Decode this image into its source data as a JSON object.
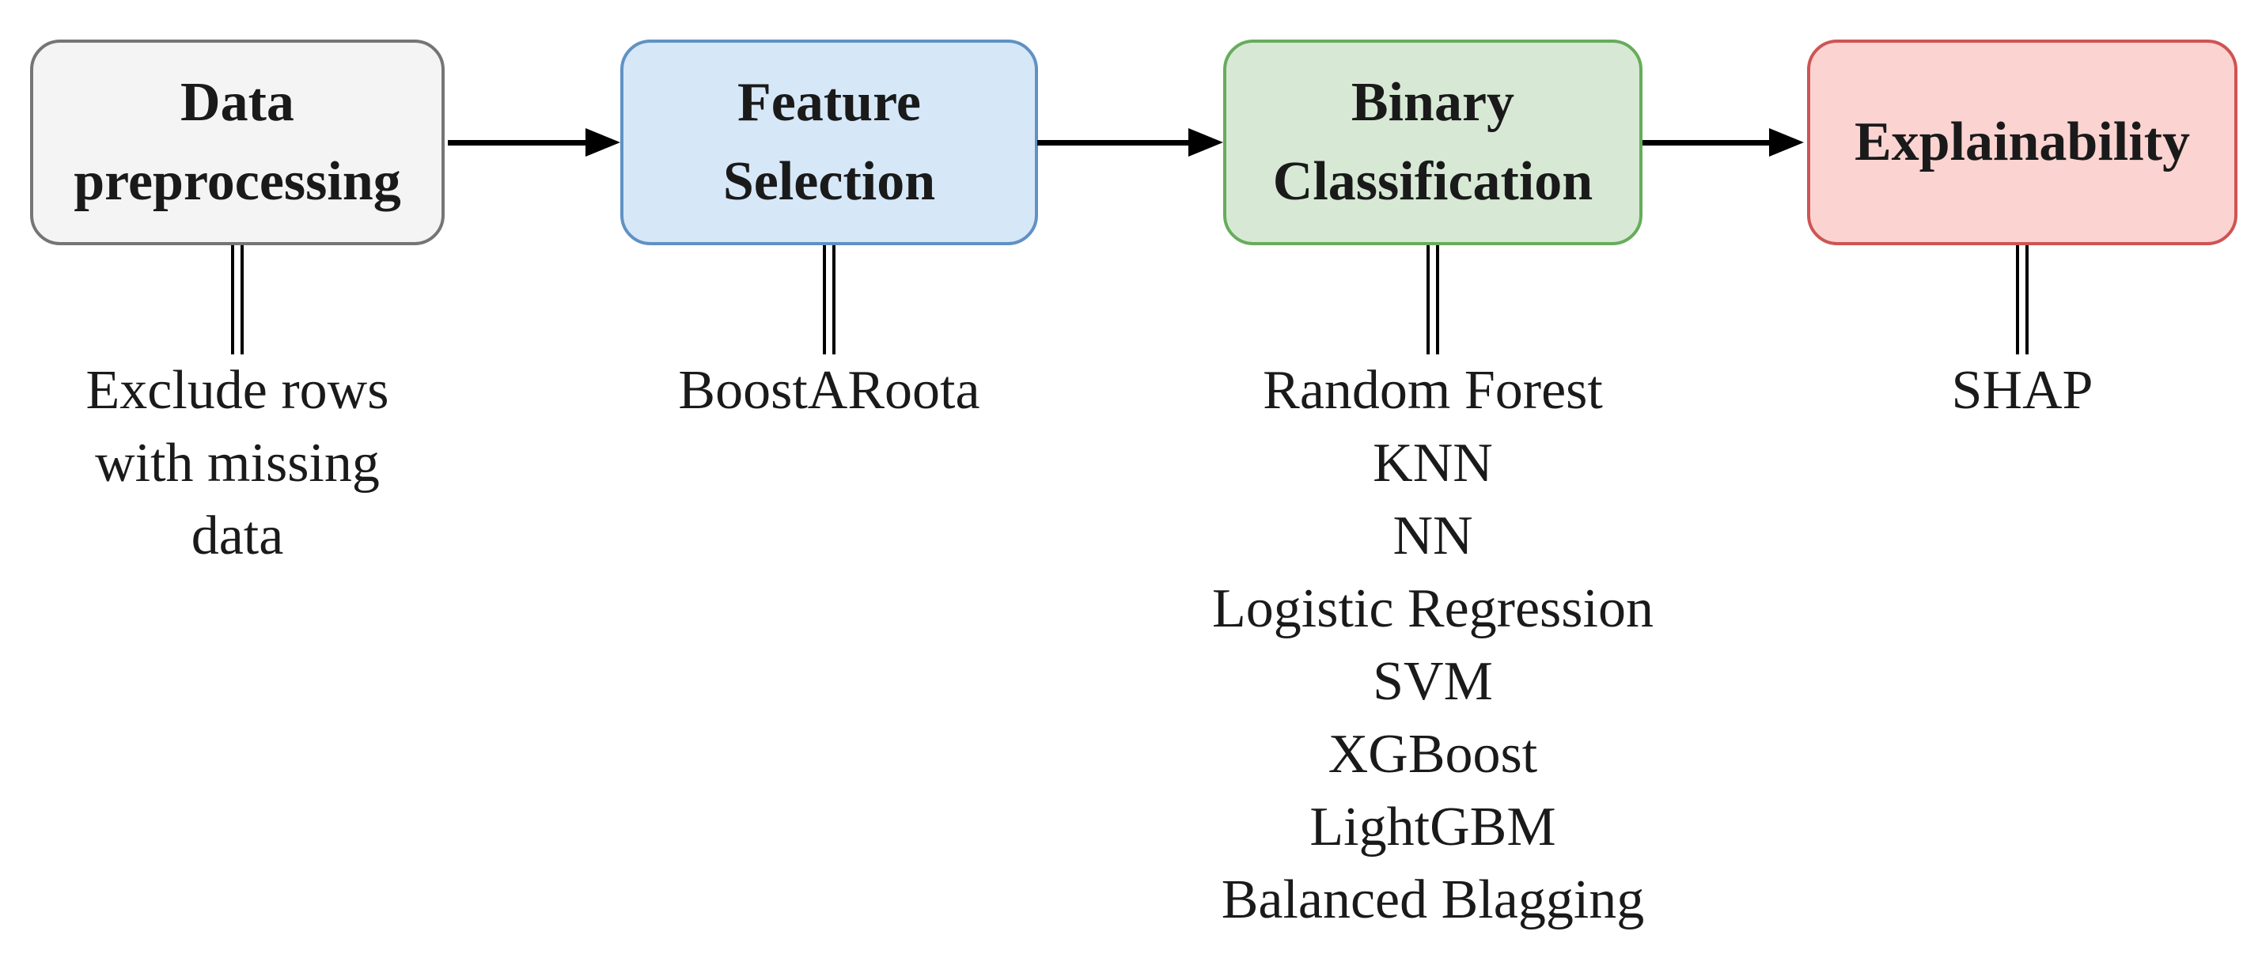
{
  "pipeline": {
    "text_color": "#1a1a1a",
    "arrow_color": "#000000",
    "connector_color": "#000000",
    "stages": [
      {
        "label": "Data preprocessing",
        "title_lines": [
          "Data",
          "preprocessing"
        ],
        "fill": "#f4f4f4",
        "border": "#757575",
        "details": [
          "Exclude rows",
          "with missing",
          "data"
        ]
      },
      {
        "label": "Feature Selection",
        "title_lines": [
          "Feature",
          "Selection"
        ],
        "fill": "#d6e7f8",
        "border": "#6091c4",
        "details": [
          "BoostARoota"
        ]
      },
      {
        "label": "Binary Classification",
        "title_lines": [
          "Binary",
          "Classification"
        ],
        "fill": "#d7e9d5",
        "border": "#67ac5b",
        "details": [
          "Random Forest",
          "KNN",
          "NN",
          "Logistic Regression",
          "SVM",
          "XGBoost",
          "LightGBM",
          "Balanced Blagging"
        ]
      },
      {
        "label": "Explainability",
        "title_lines": [
          "Explainability"
        ],
        "fill": "#fbd3d1",
        "border": "#cd5554",
        "details": [
          "SHAP"
        ]
      }
    ]
  }
}
